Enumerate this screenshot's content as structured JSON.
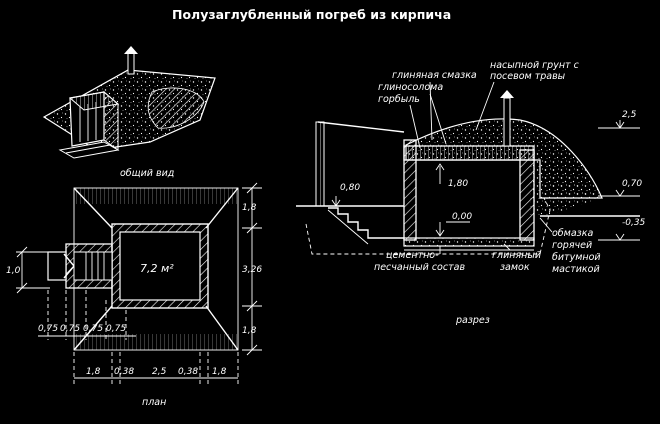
{
  "title": "Полузаглубленный погреб из кирпича",
  "general_view": {
    "caption": "общий вид"
  },
  "plan": {
    "caption": "план",
    "area": "7,2 м²",
    "right_dims": [
      "1,8",
      "3,26",
      "1,8"
    ],
    "left_dim": "1,0",
    "step_dims": [
      "0,75",
      "0,75",
      "0,75",
      "0,75"
    ],
    "bottom_dims": [
      "1,8",
      "0,38",
      "2,5",
      "0,38",
      "1,8"
    ]
  },
  "section": {
    "caption": "разрез",
    "labels": {
      "fill_soil": "насыпной грунт с посевом травы",
      "clay_coat": "глиняная смазка",
      "clay_straw": "глиносолома",
      "slab": "горбыль",
      "cement": "цементно-песчанный состав",
      "clay_lock": "глиняный замок",
      "bitumen": "обмазка горячей битумной мастикой"
    },
    "levels": {
      "l_080": "0,80",
      "l_180": "1,80",
      "l_000": "0,00",
      "l_25": "2,5",
      "l_070": "0,70",
      "l_m035": "-0,35"
    }
  }
}
